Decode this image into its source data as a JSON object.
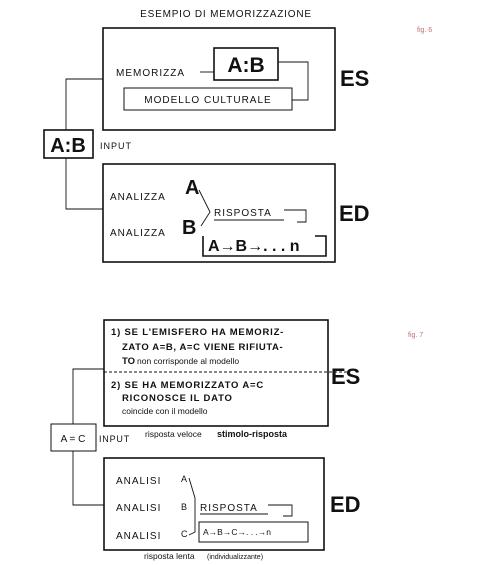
{
  "title": "ESEMPIO DI MEMORIZZAZIONE",
  "fig6": {
    "label": "fig. 6",
    "memorizza": "MEMORIZZA",
    "ab_box": "A:B",
    "modello": "MODELLO CULTURALE",
    "es": "ES",
    "input_box": "A:B",
    "input_label": "INPUT",
    "analizza_1": "ANALIZZA",
    "analizza_2": "ANALIZZA",
    "letter_a": "A",
    "letter_b": "B",
    "risposta": "RISPOSTA",
    "chain": "A→B→. . . n",
    "ed": "ED"
  },
  "fig7": {
    "label": "fig. 7",
    "line1": "1) SE L'EMISFERO HA MEMORIZ-",
    "line2a": "ZATO A=B, A=C VIENE RIFIUTA-",
    "line3a": "TO",
    "line3b": "non corrisponde al modello",
    "line4": "2) SE HA MEMORIZZATO A=C",
    "line5": "RICONOSCE IL DATO",
    "line6": "coincide con il modello",
    "es": "ES",
    "caption_es_a": "risposta veloce",
    "caption_es_b": "stimolo-risposta",
    "input_box": "A = C",
    "input_label": "INPUT",
    "analisi_1": "ANALISI",
    "analisi_2": "ANALISI",
    "analisi_3": "ANALISI",
    "letter_a": "A",
    "letter_b": "B",
    "letter_c": "C",
    "risposta": "RISPOSTA",
    "chain": "A→B→C→. . .→n",
    "ed": "ED",
    "caption_ed_a": "risposta lenta",
    "caption_ed_b": "(individualizzante)"
  }
}
